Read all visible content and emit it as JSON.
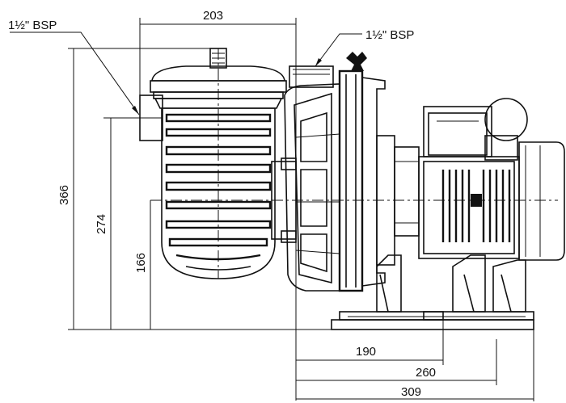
{
  "drawing": {
    "callouts": {
      "inlet_thread": "1½\" BSP",
      "outlet_thread": "1½\" BSP"
    },
    "dimensions": {
      "top_width": "203",
      "overall_height": "366",
      "inlet_height": "274",
      "shaft_height": "166",
      "base_190": "190",
      "base_260": "260",
      "base_309": "309"
    }
  }
}
